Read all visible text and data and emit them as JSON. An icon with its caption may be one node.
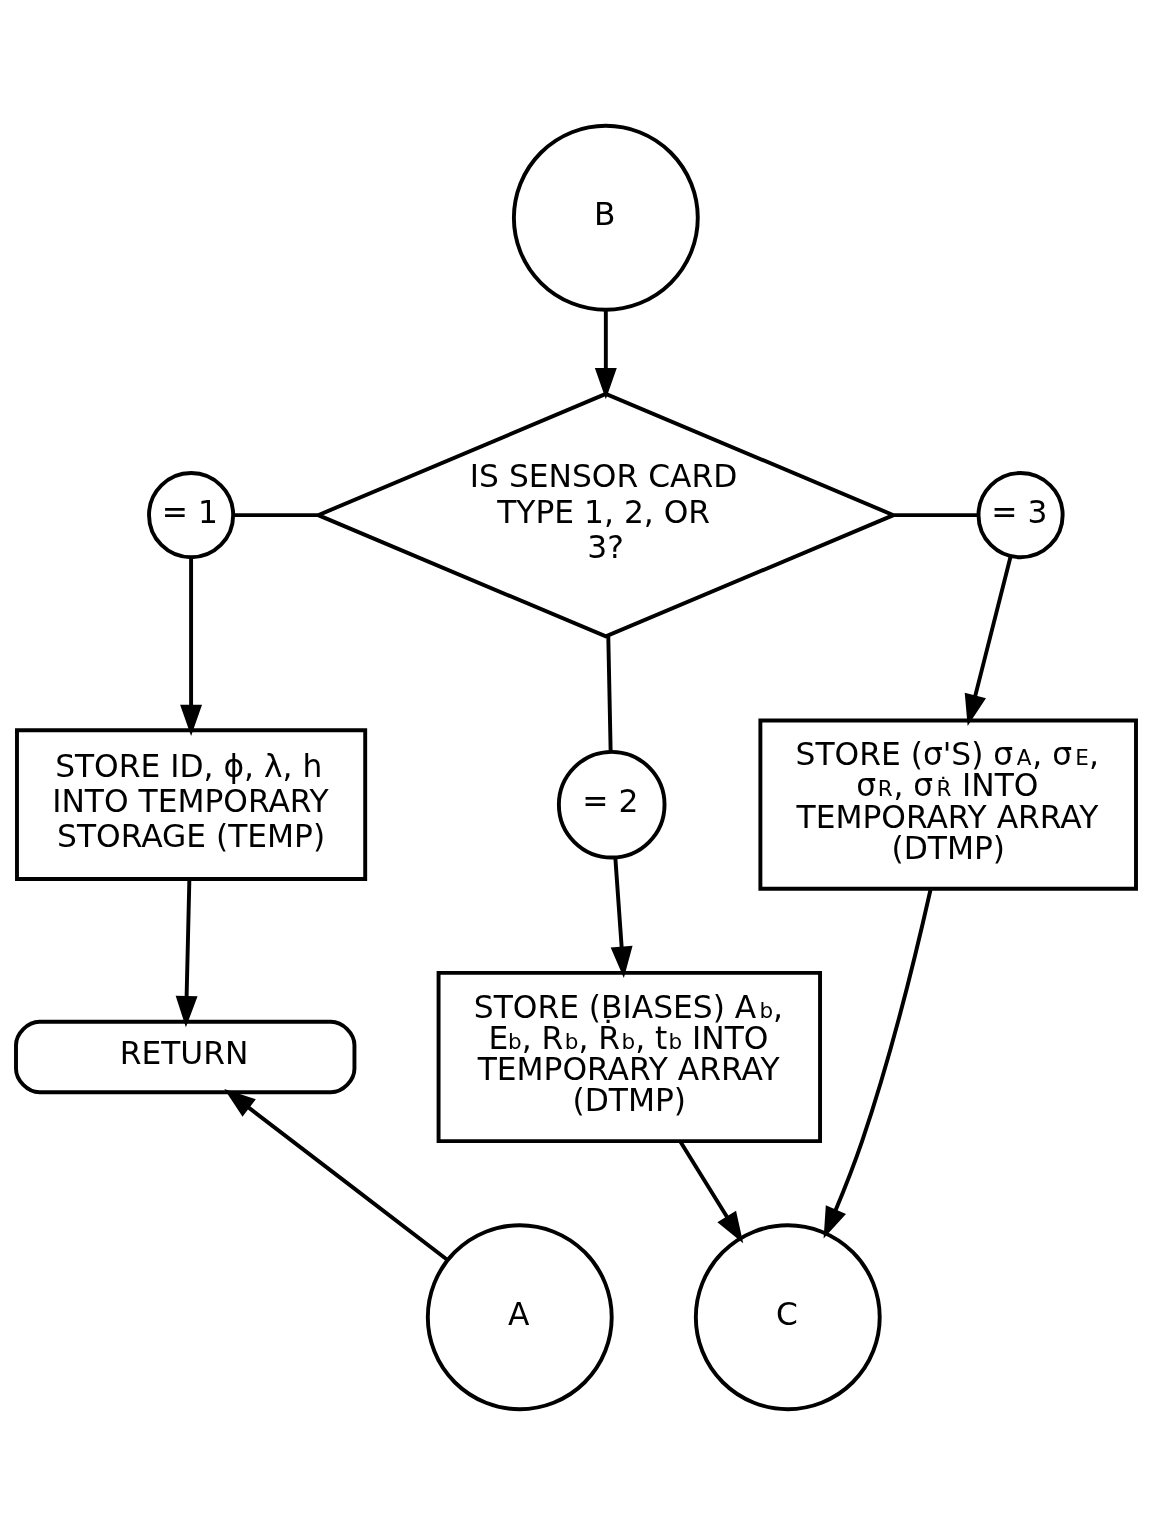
{
  "diagram": {
    "nodes": [
      {
        "text": [
          "B"
        ]
      },
      {
        "text": [
          "IS SENSOR CARD TYPE 1, 2, OR 3?"
        ]
      },
      {
        "text": [
          "= 1"
        ]
      },
      {
        "text": [
          "= 3"
        ]
      },
      {
        "text": [
          "STORE ID, ϕ, λ, h INTO TEMPORARY STORAGE (TEMP)"
        ]
      },
      {
        "text": [
          "= 2"
        ]
      },
      {
        "text": [
          "STORE (σ'S) σ$_{A}$, σ$_{E}$, σ$_{R}$, σ$_{Ṙ}$ INTO TEMPORARY ARRAY (DTMP)"
        ]
      },
      {
        "text": [
          "RETURN"
        ]
      },
      {
        "text": [
          "STORE (BIASES) A$_{b}$, E$_{b}$, R$_{b}$, Ṙ$_{b}$, t$_{b}$ INTO TEMPORARY ARRAY (DTMP)"
        ]
      },
      {
        "text": [
          "A"
        ]
      },
      {
        "text": [
          "C"
        ]
      }
    ],
    "edges": [
      {
        "from": 0,
        "to": 1,
        "arrow": "to"
      },
      {
        "from": 1,
        "to": 2,
        "arrow": "none"
      },
      {
        "from": 1,
        "to": 3,
        "arrow": "none"
      },
      {
        "from": 2,
        "to": 4,
        "arrow": "to"
      },
      {
        "from": 3,
        "to": 6,
        "arrow": "to"
      },
      {
        "from": 1,
        "to": 5,
        "arrow": "none"
      },
      {
        "from": 5,
        "to": 8,
        "arrow": "to"
      },
      {
        "from": 4,
        "to": 7,
        "arrow": "to"
      },
      {
        "from": 9,
        "to": 7,
        "arrow": "to"
      },
      {
        "from": 8,
        "to": 10,
        "arrow": "to"
      },
      {
        "from": 6,
        "to": 10,
        "arrow": "to"
      }
    ]
  }
}
